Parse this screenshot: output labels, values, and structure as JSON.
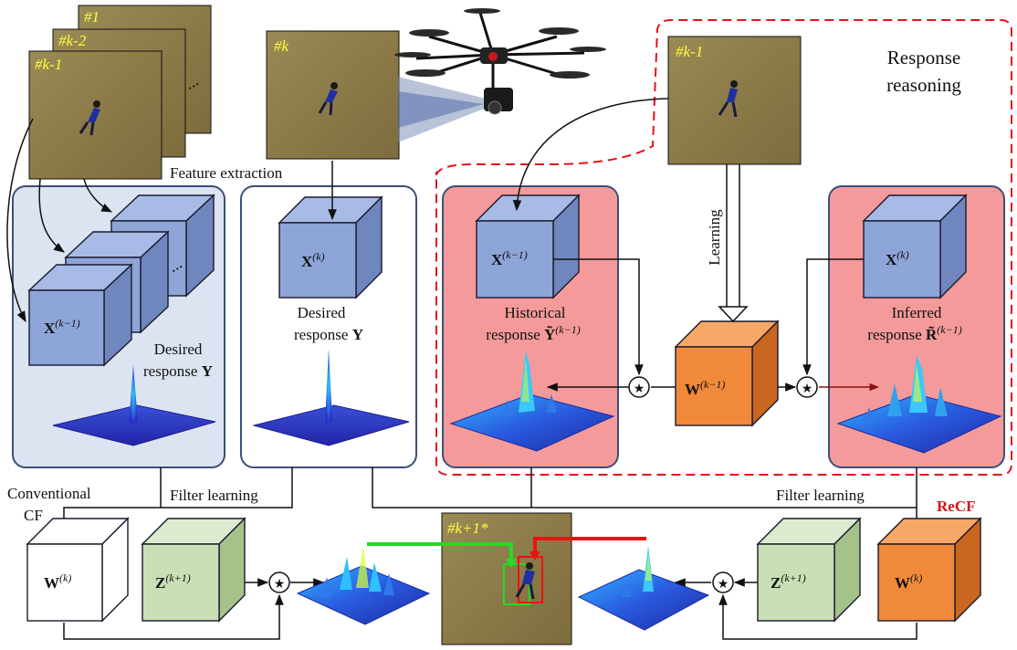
{
  "frames": {
    "f1": "#1",
    "fk2": "#k-2",
    "fk1_left": "#k-1",
    "fk": "#k",
    "fk1_right": "#k-1",
    "fk1_star": "#k+1*"
  },
  "labels": {
    "feature_extraction": "Feature extraction",
    "response_reasoning_1": "Response",
    "response_reasoning_2": "reasoning",
    "learning": "Learning",
    "desired_response_1": "Desired",
    "desired_response_2": "response",
    "desired_response_sym": "Y",
    "historical_1": "Historical",
    "historical_2": "response",
    "historical_sym": "Ỹ",
    "historical_sup": "(k−1)",
    "inferred_1": "Inferred",
    "inferred_2": "response",
    "inferred_sym": "R̃",
    "inferred_sup": "(k−1)",
    "conventional_1": "Conventional",
    "conventional_2": "CF",
    "filter_learning_left": "Filter learning",
    "filter_learning_right": "Filter learning",
    "recf": "ReCF",
    "ellipsis": "..."
  },
  "cubes": {
    "x_k1_left": {
      "sym": "X",
      "sup": "(k−1)"
    },
    "x_k_mid": {
      "sym": "X",
      "sup": "(k)"
    },
    "x_k1_hist": {
      "sym": "X",
      "sup": "(k−1)"
    },
    "x_k_inf": {
      "sym": "X",
      "sup": "(k)"
    },
    "w_k1": {
      "sym": "W",
      "sup": "(k−1)"
    },
    "w_k_conv": {
      "sym": "W",
      "sup": "(k)"
    },
    "z_k1_left": {
      "sym": "Z",
      "sup": "(k+1)"
    },
    "z_k1_right": {
      "sym": "Z",
      "sup": "(k+1)"
    },
    "w_k_recf": {
      "sym": "W",
      "sup": "(k)"
    }
  },
  "operators": {
    "correlation": "★"
  },
  "colors": {
    "panel_blue": "#dce4f2",
    "panel_border": "#3b4f7a",
    "panel_red": "#f49a9a",
    "cube_blue": "#8ea5d8",
    "cube_orange": "#f08a3a",
    "cube_green": "#c9dfb5",
    "dashed_red": "#e0141c",
    "arrow_green": "#22dd22",
    "arrow_red": "#ee1111",
    "frame_tag": "#ffff3c"
  }
}
